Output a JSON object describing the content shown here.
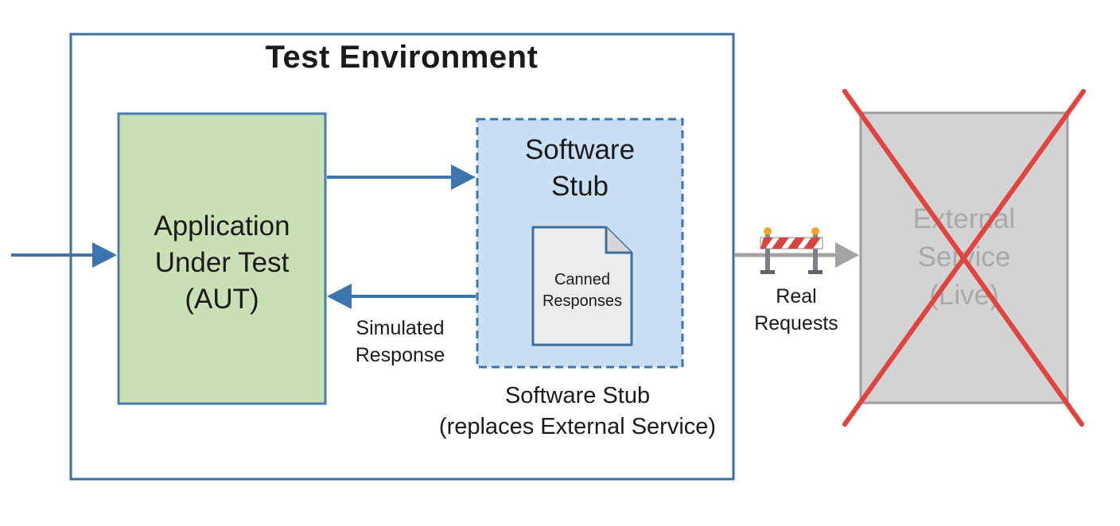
{
  "diagram": {
    "title": "Test Environment",
    "aut": {
      "line1": "Application",
      "line2": "Under Test",
      "line3": "(AUT)"
    },
    "stub": {
      "title_line1": "Software",
      "title_line2": "Stub",
      "doc_line1": "Canned",
      "doc_line2": "Responses",
      "caption_line1": "Software Stub",
      "caption_line2": "(replaces External Service)"
    },
    "simulated_response": {
      "line1": "Simulated",
      "line2": "Response"
    },
    "real_requests": {
      "line1": "Real",
      "line2": "Requests"
    },
    "external": {
      "line1": "External",
      "line2": "Service",
      "line3": "(Live)"
    }
  },
  "colors": {
    "frame": "#3b6fa3",
    "arrow": "#3c74ad",
    "aut_fill": "#c8e0b3",
    "aut_border": "#4b7bb0",
    "stub_fill": "#c9dff4",
    "stub_border": "#3f75ad",
    "doc_fill": "#ececec",
    "external_fill": "#d3d3d3",
    "external_border": "#9e9e9e",
    "external_text": "#a9a9a9",
    "cross": "#e0443e",
    "grey_arrow": "#a3a3a3"
  }
}
